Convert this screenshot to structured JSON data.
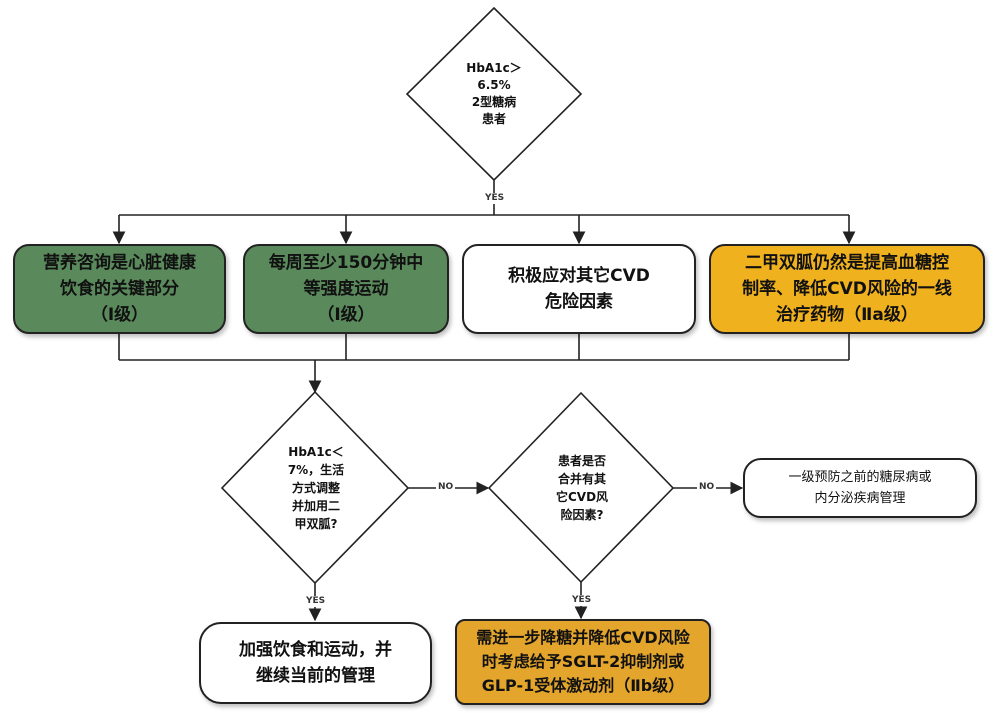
{
  "decisions": {
    "start": "HbA1c＞\n6.5%\n2型糖病\n患者",
    "lifestyle": "HbA1c＜\n7%，生活\n方式调整\n并加用二\n甲双胍?",
    "cvd": "患者是否\n合并有其\n它CVD风\n险因素?"
  },
  "boxes": {
    "nutrition": "营养咨询是心脏健康\n饮食的关键部分\n（Ⅰ级）",
    "exercise": "每周至少150分钟中\n等强度运动\n（Ⅰ级）",
    "other_cvd": "积极应对其它CVD\n危险因素",
    "metformin": "二甲双胍仍然是提高血糖控\n制率、降低CVD风险的一线\n治疗药物（Ⅱa级）",
    "primary_prevention": "一级预防之前的糖尿病或\n内分泌疾病管理",
    "continue": "加强饮食和运动，并\n继续当前的管理",
    "sglt2": "需进一步降糖并降低CVD风险\n时考虑给予SGLT-2抑制剂或\nGLP-1受体激动剂（Ⅱb级）"
  },
  "labels": {
    "yes": "YES",
    "no": "NO"
  },
  "colors": {
    "green": "#5a8a5c",
    "amber": "#f0b11e",
    "amber_dark": "#e3a52b",
    "line": "#222222"
  }
}
